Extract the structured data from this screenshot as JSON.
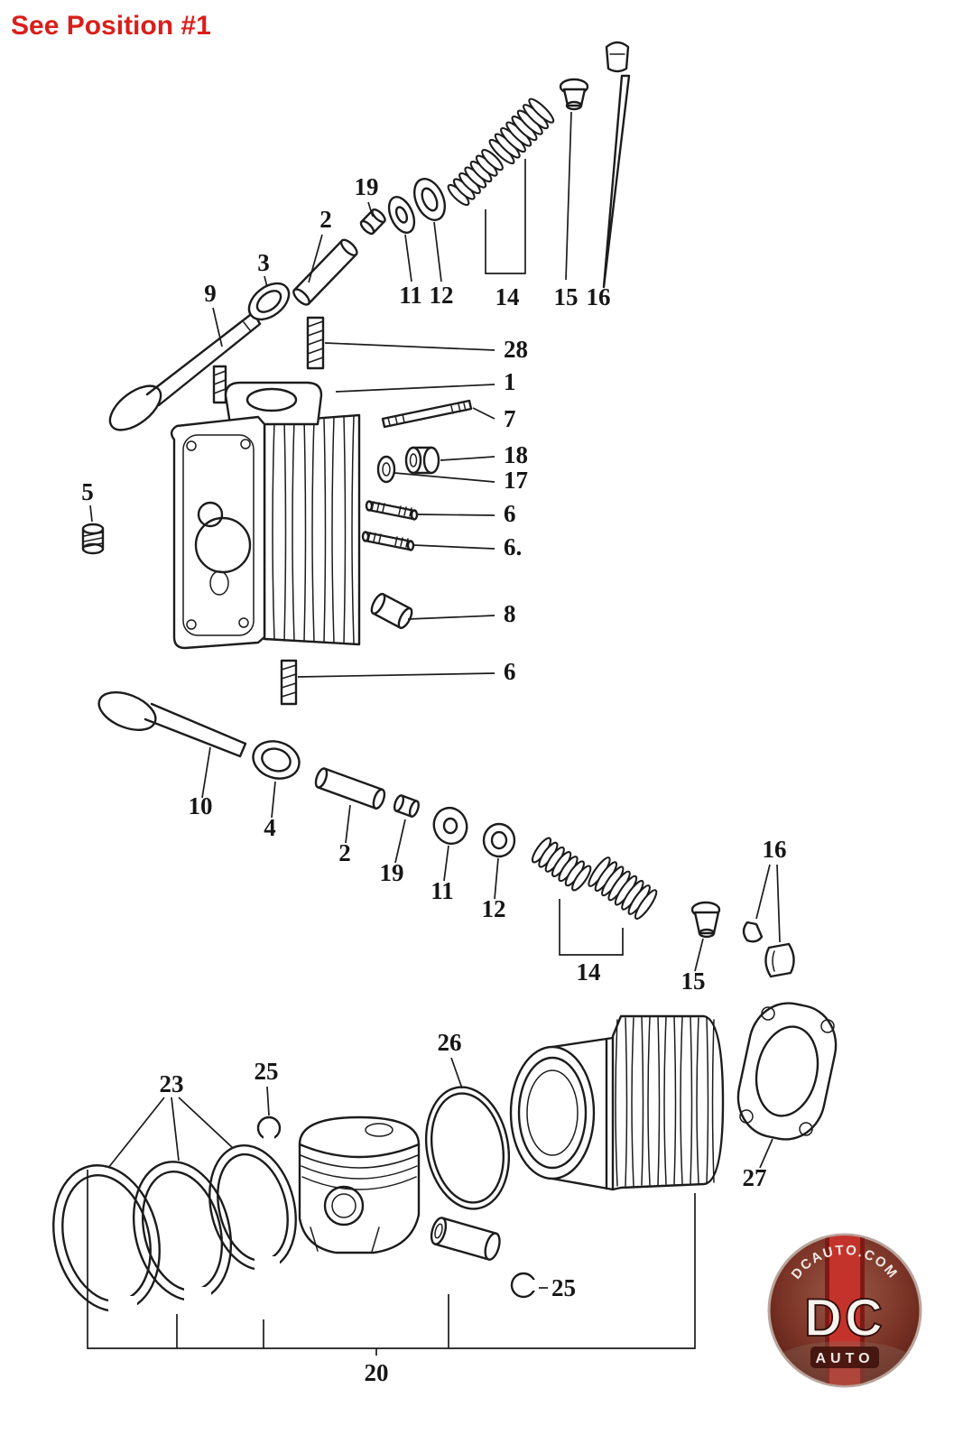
{
  "note": {
    "text": "See Position #1"
  },
  "colors": {
    "note_red": "#d91f1a",
    "ink": "#1c1c1c",
    "logo_red": "#c4332b",
    "logo_maroon": "#5f1b13"
  },
  "parts": {
    "p9": "9",
    "p3": "3",
    "p2_upper": "2",
    "p19_upper": "19",
    "p11_upper": "11",
    "p12_upper": "12",
    "p14_upper": "14",
    "p15_upper": "15",
    "p16_upper": "16",
    "p28": "28",
    "p1": "1",
    "p7": "7",
    "p18": "18",
    "p17": "17",
    "p6_a": "6",
    "p6_b": "6.",
    "p5": "5",
    "p8": "8",
    "p6_c": "6",
    "p10": "10",
    "p4": "4",
    "p2_lower": "2",
    "p19_lower": "19",
    "p11_lower": "11",
    "p12_lower": "12",
    "p14_lower": "14",
    "p15_lower": "15",
    "p16_lower": "16",
    "p23": "23",
    "p25_a": "25",
    "p26": "26",
    "p27": "27",
    "p25_b": "25",
    "p20": "20"
  },
  "logo": {
    "site": "DCAUTO.COM",
    "initials": "DC",
    "word": "AUTO"
  }
}
